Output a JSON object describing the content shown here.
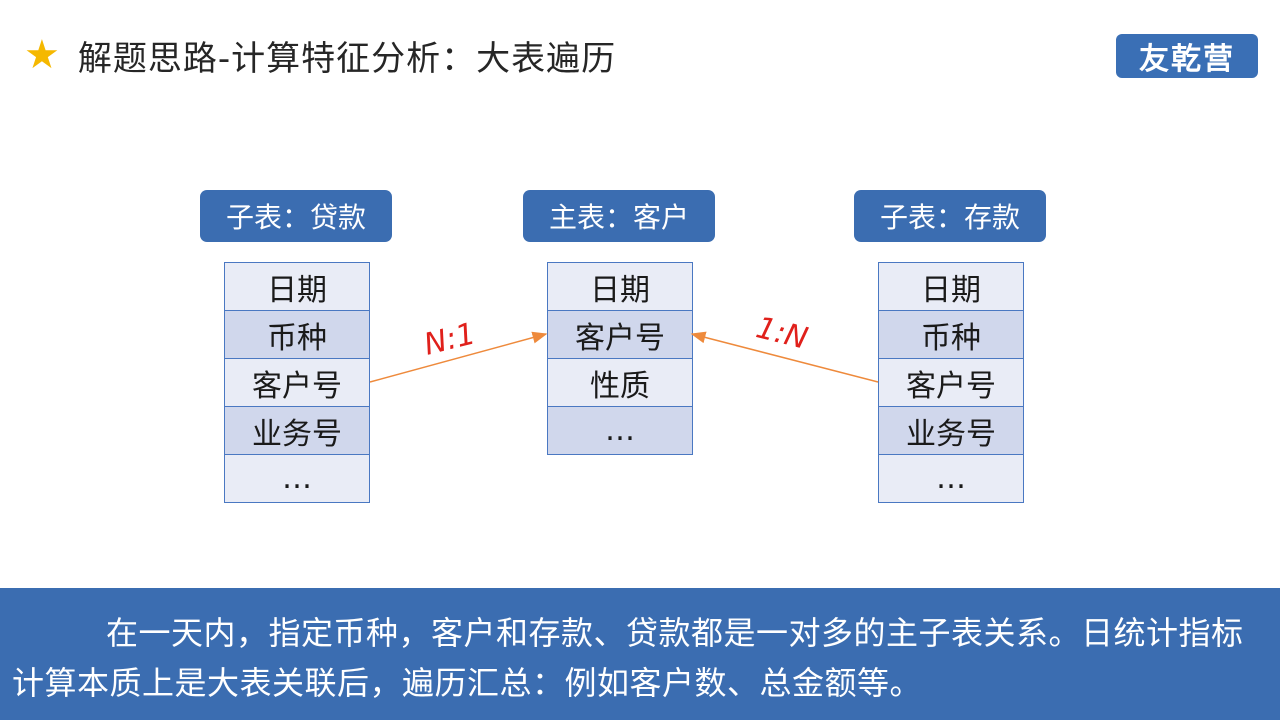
{
  "slide": {
    "star_icon": "star-icon",
    "title": "解题思路-计算特征分析：大表遍历",
    "logo": "友乾营"
  },
  "tables": {
    "loan": {
      "header": "子表：贷款",
      "rows": [
        "日期",
        "币种",
        "客户号",
        "业务号",
        "…"
      ]
    },
    "customer": {
      "header": "主表：客户",
      "rows": [
        "日期",
        "客户号",
        "性质",
        "…"
      ]
    },
    "deposit": {
      "header": "子表：存款",
      "rows": [
        "日期",
        "币种",
        "客户号",
        "业务号",
        "…"
      ]
    }
  },
  "relations": {
    "left": "N:1",
    "right": "1:N"
  },
  "summary": "在一天内，指定币种，客户和存款、贷款都是一对多的主子表关系。日统计指标计算本质上是大表关联后，遍历汇总：例如客户数、总金额等。",
  "colors": {
    "accent_blue": "#3b6db1",
    "star": "#f5b800",
    "arrow": "#ee8a3c",
    "relation_text": "#e0201b"
  }
}
